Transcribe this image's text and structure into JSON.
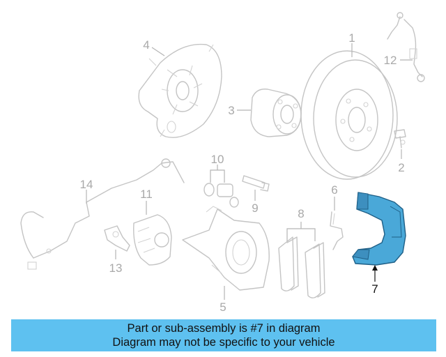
{
  "callouts": {
    "c1": "1",
    "c2": "2",
    "c3": "3",
    "c4": "4",
    "c5": "5",
    "c6": "6",
    "c7": "7",
    "c8": "8",
    "c9": "9",
    "c10": "10",
    "c11": "11",
    "c12": "12",
    "c13": "13",
    "c14": "14"
  },
  "highlight": {
    "part": "7",
    "color": "#4aa8d8"
  },
  "banner": {
    "line1": "Part or sub-assembly is #7 in diagram",
    "line2": "Diagram may not be specific to your vehicle",
    "color": "#5ec1f0"
  }
}
